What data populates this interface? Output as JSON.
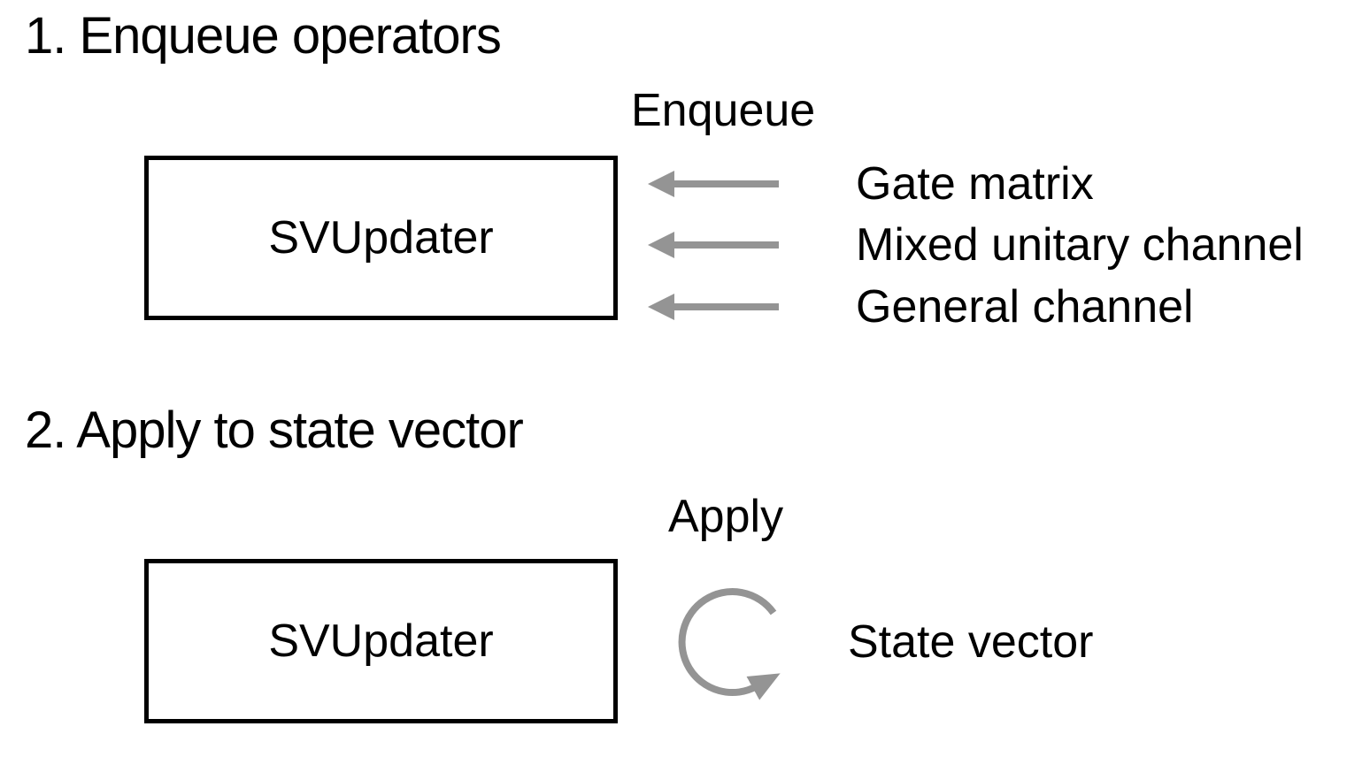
{
  "colors": {
    "text": "#000000",
    "arrow": "#949494",
    "box-border": "#000000",
    "background": "#ffffff"
  },
  "sections": [
    {
      "step": "1",
      "heading": "1. Enqueue operators",
      "box_label": "SVUpdater",
      "action_label": "Enqueue",
      "input_arrow_icon": "left-arrow-icon",
      "inputs": [
        "Gate matrix",
        "Mixed unitary channel",
        "General channel"
      ]
    },
    {
      "step": "2",
      "heading": "2. Apply to state vector",
      "box_label": "SVUpdater",
      "action_label": "Apply",
      "loop_icon": "circular-loop-arrow-icon",
      "target_label": "State vector"
    }
  ]
}
